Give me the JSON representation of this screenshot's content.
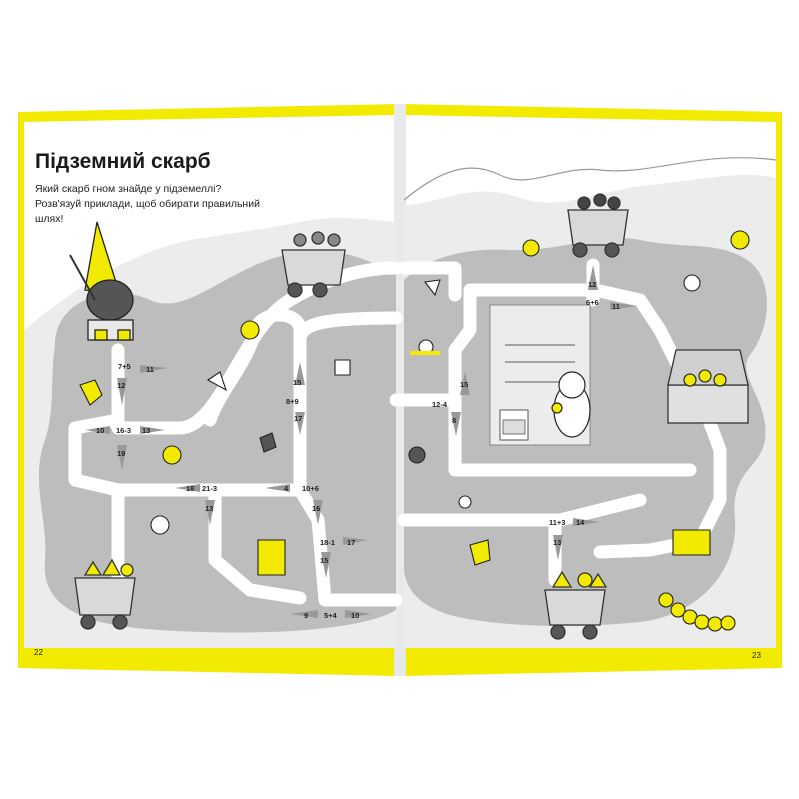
{
  "page_title": "Підземний скарб",
  "instructions": "Який скарб гном знайде у підземеллі? Розв'язуй приклади, щоб обирати правильний шлях!",
  "page_numbers": {
    "left": "22",
    "right": "23"
  },
  "equations": [
    {
      "id": "e1",
      "text": "7+5"
    },
    {
      "id": "e2",
      "text": "11"
    },
    {
      "id": "e3",
      "text": "12"
    },
    {
      "id": "e4",
      "text": "10"
    },
    {
      "id": "e5",
      "text": "16-3"
    },
    {
      "id": "e6",
      "text": "13"
    },
    {
      "id": "e7",
      "text": "19"
    },
    {
      "id": "e8",
      "text": "18"
    },
    {
      "id": "e9",
      "text": "21-3"
    },
    {
      "id": "e10",
      "text": "13"
    },
    {
      "id": "e11",
      "text": "15"
    },
    {
      "id": "e12",
      "text": "8+9"
    },
    {
      "id": "e13",
      "text": "17"
    },
    {
      "id": "e14",
      "text": "4"
    },
    {
      "id": "e15",
      "text": "10+6"
    },
    {
      "id": "e16",
      "text": "16"
    },
    {
      "id": "e17",
      "text": "18-1"
    },
    {
      "id": "e18",
      "text": "17"
    },
    {
      "id": "e19",
      "text": "15"
    },
    {
      "id": "e20",
      "text": "9"
    },
    {
      "id": "e21",
      "text": "5+4"
    },
    {
      "id": "e22",
      "text": "10"
    },
    {
      "id": "e23",
      "text": "12-4"
    },
    {
      "id": "e24",
      "text": "15"
    },
    {
      "id": "e25",
      "text": "8"
    },
    {
      "id": "e26",
      "text": "12"
    },
    {
      "id": "e27",
      "text": "6+6"
    },
    {
      "id": "e28",
      "text": "11"
    },
    {
      "id": "e29",
      "text": "11+3"
    },
    {
      "id": "e30",
      "text": "14"
    },
    {
      "id": "e31",
      "text": "13"
    }
  ],
  "colors": {
    "accent": "#f2ea00",
    "tunnel": "#bdbdbd",
    "rock": "#e6e6e6",
    "arrow": "#999999",
    "ink": "#222222"
  }
}
